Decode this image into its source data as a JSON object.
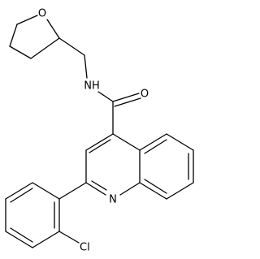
{
  "molecule": {
    "atom_labels": {
      "oxygen_ring": "O",
      "amide_nh": "NH",
      "carbonyl_oxygen": "O",
      "quinoline_nitrogen": "N",
      "chlorine": "Cl"
    }
  },
  "colors": {
    "bond": "#000000",
    "background": "#ffffff"
  }
}
